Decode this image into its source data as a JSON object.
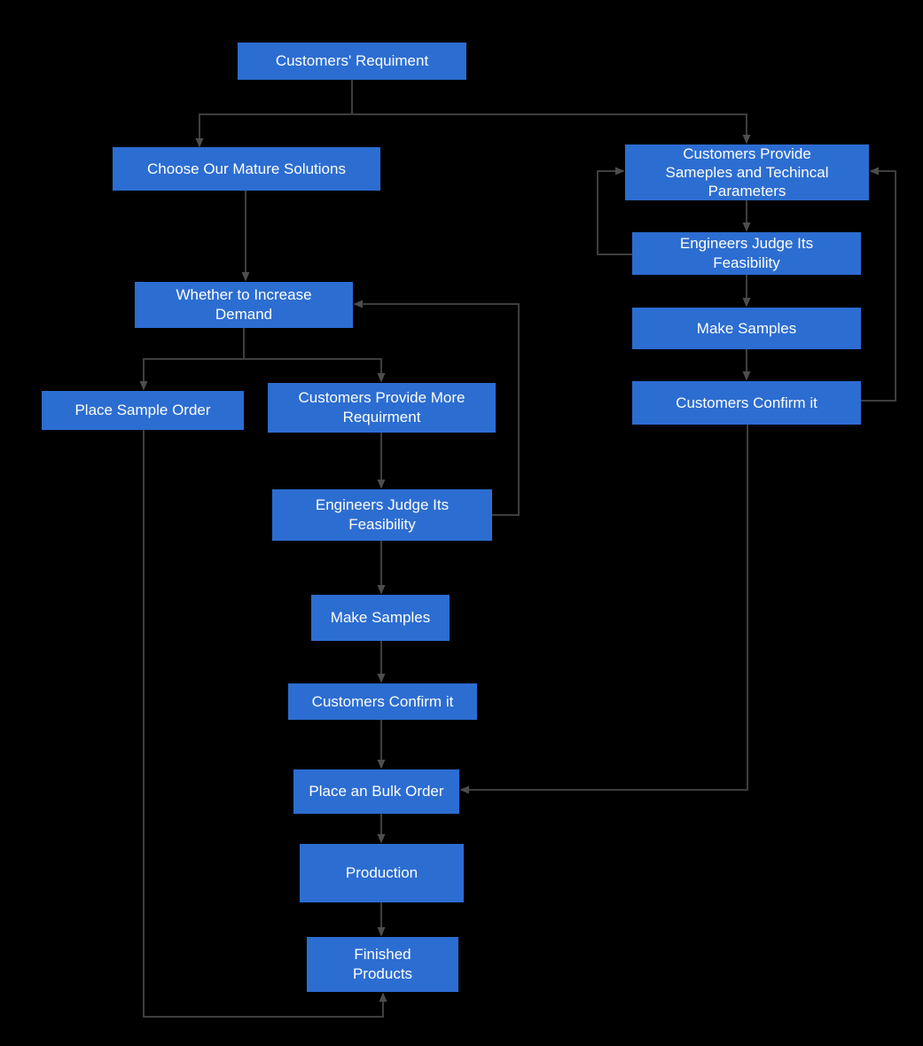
{
  "diagram": {
    "background_color": "#000000",
    "node_fill_color": "#2C6DD1",
    "node_text_color": "#FDFDFD",
    "connector_color": "#3E3E3E",
    "arrowhead_color": "#4D4D4D"
  },
  "nodes": {
    "customers_requirement": {
      "label": "Customers' Requiment"
    },
    "choose_mature_solutions": {
      "label": "Choose Our Mature Solutions"
    },
    "customers_provide_samples": {
      "label": "Customers Provide Sameples and Techincal Parameters"
    },
    "engineers_judge_right": {
      "label": "Engineers Judge Its Feasibility"
    },
    "make_samples_right": {
      "label": "Make Samples"
    },
    "customers_confirm_right": {
      "label": "Customers Confirm it"
    },
    "whether_to_increase_demand": {
      "label": "Whether to Increase Demand"
    },
    "place_sample_order": {
      "label": "Place Sample Order"
    },
    "customers_provide_more": {
      "label": "Customers Provide More Requirment"
    },
    "engineers_judge_mid": {
      "label": "Engineers Judge Its Feasibility"
    },
    "make_samples_mid": {
      "label": "Make Samples"
    },
    "customers_confirm_mid": {
      "label": "Customers Confirm it"
    },
    "place_bulk_order": {
      "label": "Place an Bulk Order"
    },
    "production": {
      "label": "Production"
    },
    "finished_products": {
      "label": "Finished Products"
    }
  },
  "edges": [
    {
      "from": "customers_requirement",
      "to": "choose_mature_solutions"
    },
    {
      "from": "customers_requirement",
      "to": "customers_provide_samples"
    },
    {
      "from": "choose_mature_solutions",
      "to": "whether_to_increase_demand"
    },
    {
      "from": "whether_to_increase_demand",
      "to": "place_sample_order"
    },
    {
      "from": "whether_to_increase_demand",
      "to": "customers_provide_more"
    },
    {
      "from": "customers_provide_more",
      "to": "engineers_judge_mid"
    },
    {
      "from": "engineers_judge_mid",
      "to": "make_samples_mid"
    },
    {
      "from": "engineers_judge_mid",
      "to": "whether_to_increase_demand"
    },
    {
      "from": "make_samples_mid",
      "to": "customers_confirm_mid"
    },
    {
      "from": "customers_confirm_mid",
      "to": "place_bulk_order"
    },
    {
      "from": "place_bulk_order",
      "to": "production"
    },
    {
      "from": "production",
      "to": "finished_products"
    },
    {
      "from": "place_sample_order",
      "to": "finished_products"
    },
    {
      "from": "customers_provide_samples",
      "to": "engineers_judge_right"
    },
    {
      "from": "engineers_judge_right",
      "to": "customers_provide_samples"
    },
    {
      "from": "engineers_judge_right",
      "to": "make_samples_right"
    },
    {
      "from": "make_samples_right",
      "to": "customers_confirm_right"
    },
    {
      "from": "customers_confirm_right",
      "to": "customers_provide_samples"
    },
    {
      "from": "customers_confirm_right",
      "to": "place_bulk_order"
    }
  ]
}
